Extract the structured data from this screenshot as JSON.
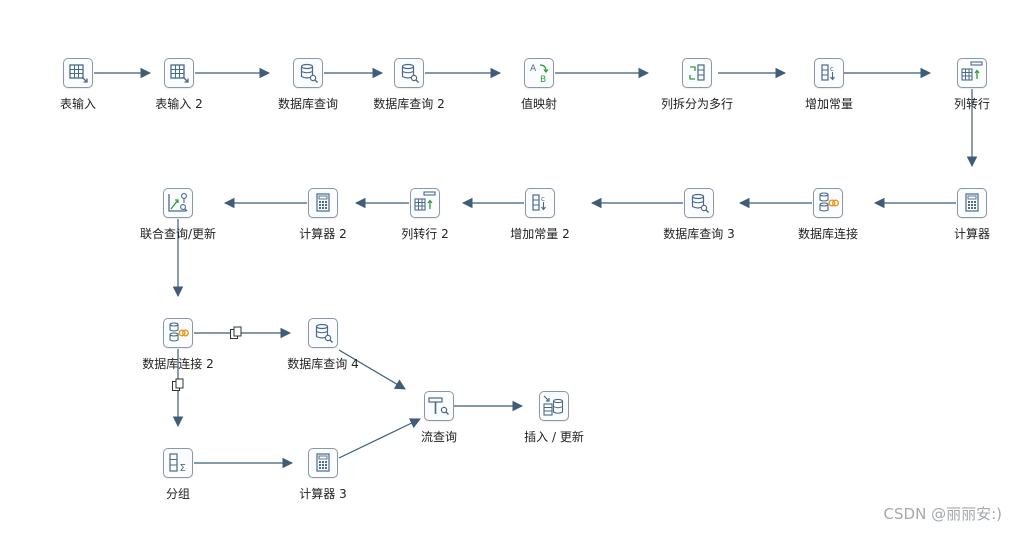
{
  "nodes": {
    "table_input": "表输入",
    "table_input_2": "表输入 2",
    "db_lookup": "数据库查询",
    "db_lookup_2": "数据库查询 2",
    "value_mapper": "值映射",
    "split_to_rows": "列拆分为多行",
    "add_constant": "增加常量",
    "col_to_row": "列转行",
    "calculator": "计算器",
    "db_join": "数据库连接",
    "db_lookup_3": "数据库查询 3",
    "add_constant_2": "增加常量 2",
    "col_to_row_2": "列转行 2",
    "calculator_2": "计算器 2",
    "combo_lookup_update": "联合查询/更新",
    "db_join_2": "数据库连接 2",
    "db_lookup_4": "数据库查询 4",
    "group_by": "分组",
    "calculator_3": "计算器 3",
    "stream_lookup": "流查询",
    "insert_update": "插入 / 更新"
  },
  "icons": {
    "table_input": "table-input-icon",
    "db_lookup": "database-lookup-icon",
    "value_mapper": "value-mapper-icon",
    "split_to_rows": "split-fields-to-rows-icon",
    "add_constant": "add-constants-icon",
    "col_to_row": "row-normaliser-icon",
    "calculator": "calculator-icon",
    "db_join": "database-join-icon",
    "combo_lookup_update": "combination-lookup-icon",
    "group_by": "group-by-icon",
    "stream_lookup": "stream-lookup-icon",
    "insert_update": "insert-update-icon",
    "copy_hop": "copy-rows-hop-icon"
  },
  "colors": {
    "hop": "#3f5c78",
    "node_border": "#8a98a6",
    "icon_blue": "#4a6a8c",
    "icon_green": "#2f9a3a",
    "icon_orange": "#e59a1b"
  },
  "watermark": "CSDN @丽丽安:)"
}
